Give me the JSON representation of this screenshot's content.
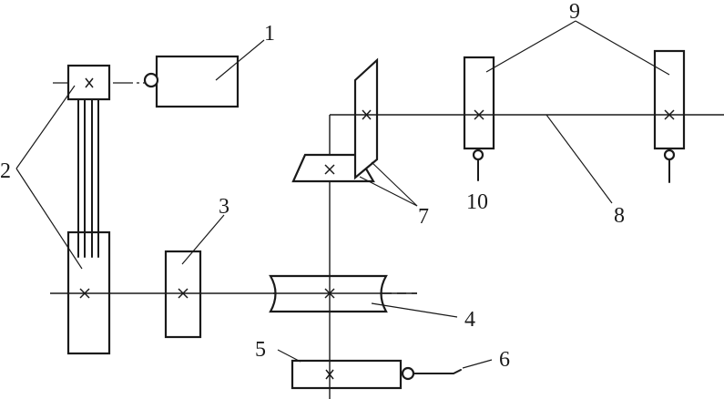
{
  "labels": {
    "l1": "1",
    "l2": "2",
    "l3": "3",
    "l4": "4",
    "l5": "5",
    "l6": "6",
    "l7": "7",
    "l8": "8",
    "l9": "9",
    "l10": "10"
  },
  "colors": {
    "ink": "#1a1a1a",
    "background": "#ffffff"
  }
}
